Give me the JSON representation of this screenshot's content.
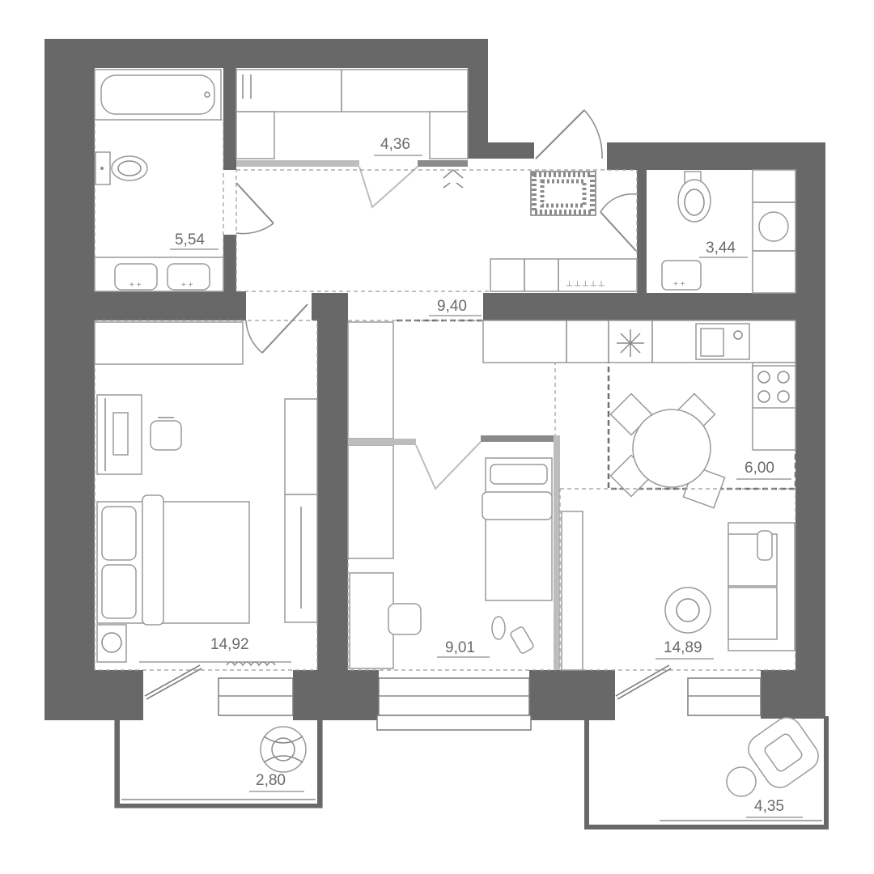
{
  "colors": {
    "wall": "#686868",
    "line": "#8a8a8a",
    "background": "#ffffff"
  },
  "rooms": {
    "bathroom": {
      "area": "5,54"
    },
    "wardrobe": {
      "area": "4,36"
    },
    "hall": {
      "area": "9,40"
    },
    "toilet": {
      "area": "3,44"
    },
    "bedroom": {
      "area": "14,92"
    },
    "childroom": {
      "area": "9,01"
    },
    "kitchen": {
      "area": "6,00"
    },
    "living": {
      "area": "14,89"
    },
    "balcony_left": {
      "area": "2,80"
    },
    "balcony_right": {
      "area": "4,35"
    }
  },
  "icons": [
    "bathtub-icon",
    "toilet-icon",
    "sink-icon",
    "bed-icon",
    "office-chair-icon",
    "desk-icon",
    "dining-table-icon",
    "stove-icon",
    "kitchen-sink-icon",
    "sofa-icon",
    "armchair-icon",
    "plant-icon",
    "wardrobe-icon",
    "rug-icon",
    "washing-machine-icon"
  ]
}
